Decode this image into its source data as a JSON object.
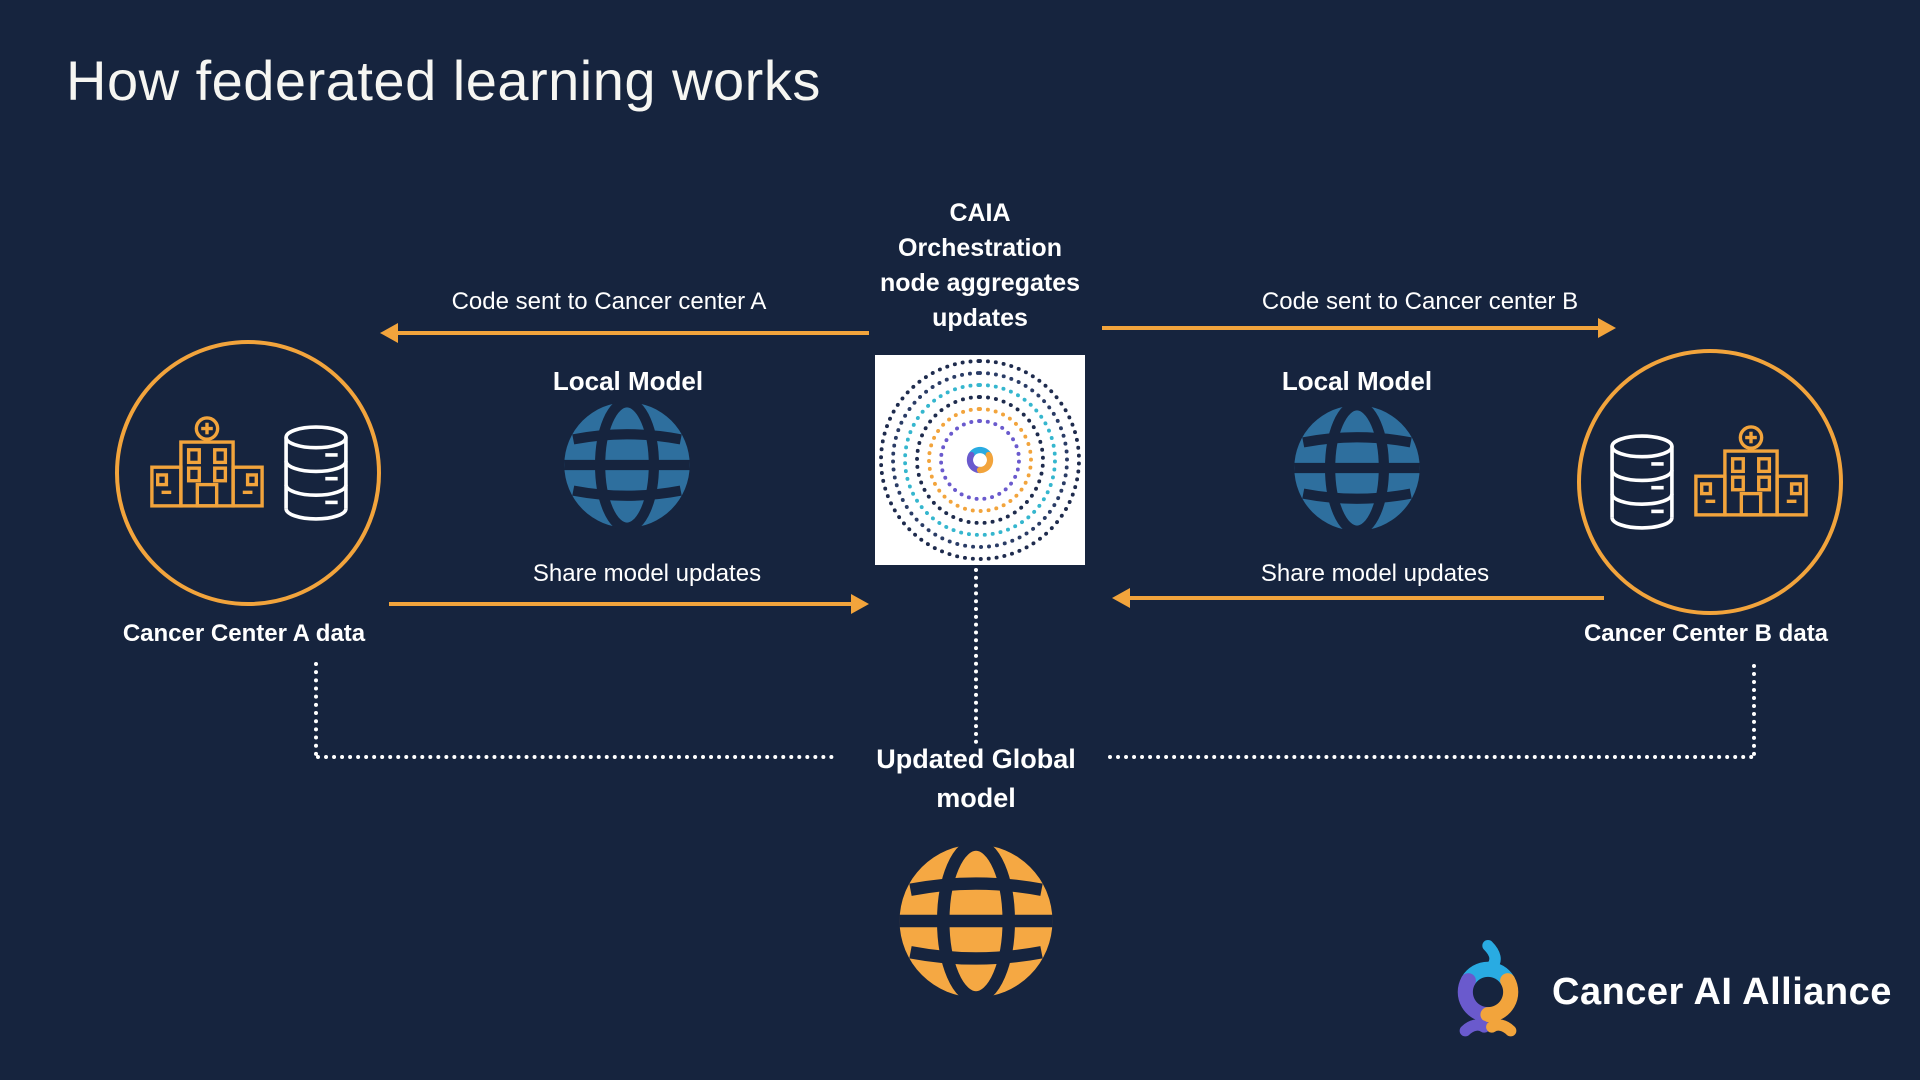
{
  "title": "How federated learning works",
  "center_node": {
    "label": "CAIA\nOrchestration\nnode aggregates\nupdates"
  },
  "arrows": {
    "code_to_a": "Code sent to Cancer center A",
    "code_to_b": "Code sent to Cancer center B",
    "share_left": "Share  model updates",
    "share_right": "Share  model updates"
  },
  "local_model_left": "Local Model",
  "local_model_right": "Local Model",
  "center_a_label": "Cancer Center A data",
  "center_b_label": "Cancer Center B data",
  "global_model_label": "Updated Global\nmodel",
  "brand": {
    "name": "Cancer AI Alliance"
  },
  "colors": {
    "background": "#16243E",
    "accent_orange": "#F2A43C",
    "globe_blue": "#2E6F9E",
    "globe_orange": "#F5A843",
    "logo_cyan": "#29ABE2",
    "logo_purple": "#6A5ACD",
    "logo_navy": "#1E2B4D",
    "text_white": "#FFFFFF"
  }
}
